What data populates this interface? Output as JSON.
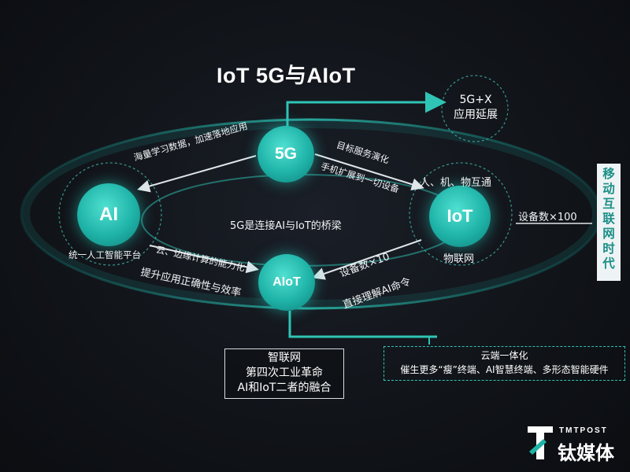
{
  "title": "IoT 5G与AIoT",
  "nodes": {
    "fiveg": "5G",
    "ai": "AI",
    "iot": "IoT",
    "aiot": "AIoT"
  },
  "labels": {
    "ai_caption": "统一人工智能平台",
    "iot_caption": "物联网",
    "center_bridge": "5G是连接AI与IoT的桥梁",
    "fiveg_to_ai": "海量学习数据，加速落地应用",
    "fiveg_to_iot_1": "目标服务演化",
    "fiveg_to_iot_2": "手机扩展到一切设备",
    "human_machine": "人、机、物互通",
    "aiot_to_ai_1": "云、边缘计算的能力化",
    "aiot_to_ai_2": "提升应用正确性与效率",
    "aiot_to_iot_1": "设备数×10",
    "aiot_to_iot_2": "直接理解AI命令",
    "device_count_100": "设备数×100"
  },
  "boxes": {
    "fiveg_x_line1": "5G+X",
    "fiveg_x_line2": "应用延展",
    "smart_net_1": "智联网",
    "smart_net_2": "第四次工业革命",
    "smart_net_3": "AI和IoT二者的融合",
    "cloud_1": "云端一体化",
    "cloud_2": "催生更多“瘦”终端、AI智慧终端、多形态智能硬件"
  },
  "vertical_label": [
    "移",
    "动",
    "互",
    "联",
    "网",
    "时",
    "代"
  ],
  "brand": {
    "sub": "TMTPOST",
    "name": "钛媒体"
  },
  "colors": {
    "accent": "#1fb3a8",
    "ring": "#2fc4b5",
    "background": "#111419"
  }
}
